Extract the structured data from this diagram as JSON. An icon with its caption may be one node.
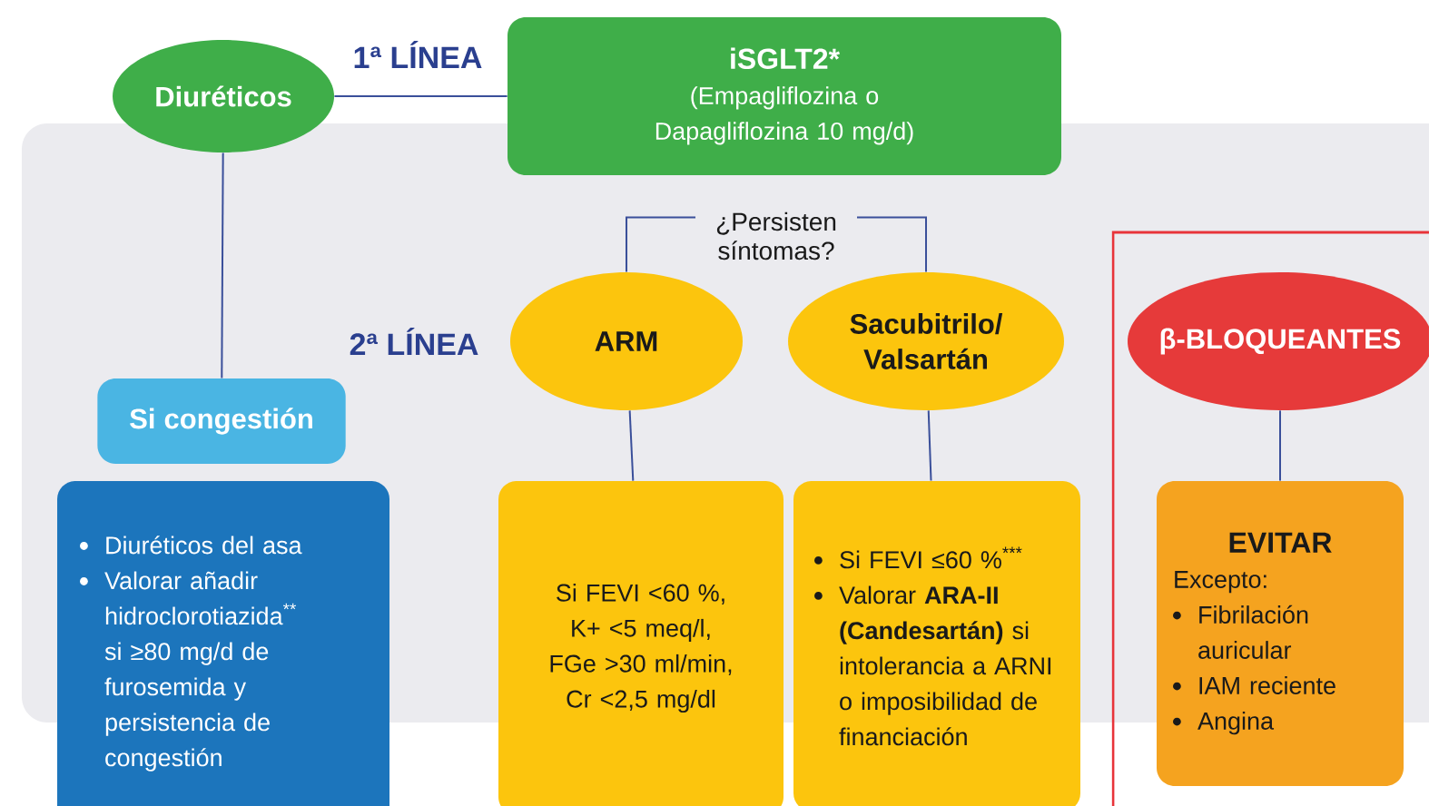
{
  "diagram": {
    "nodes": [
      {
        "text": [
          "Diuréticos"
        ]
      },
      {
        "text": [
          "iSGLT2*",
          "(Empagliflozina o Dapagliflozina 10 mg/d)"
        ]
      },
      {
        "text": [
          "ARM"
        ]
      },
      {
        "text": [
          "Sacubitrilo/ Valsartán"
        ]
      },
      {
        "text": [
          "β-BLOQUEANTES"
        ]
      },
      {
        "text": [
          "Si congestión"
        ]
      },
      {
        "text": [
          "Diuréticos del asa",
          "Valorar añadir hidroclorotiazida$^{**}$ si ≥80 mg/d de furosemida y persistencia de congestión"
        ]
      },
      {
        "text": [
          "Si FEVI <60 %, K+ <5 meq/l, FGe >30 ml/min, Cr <2,5 mg/dl"
        ]
      },
      {
        "text": [
          "Si FEVI ≤60 %$^{***}$",
          "Valorar **ARA-II (Candesartán)** si intolerancia a ARNI o imposibilidad de financiación"
        ]
      },
      {
        "text": [
          "EVITAR",
          "Excepto:",
          "Fibrilación auricular",
          "IAM reciente",
          "Angina"
        ]
      }
    ],
    "edges": [
      {
        "from": 0,
        "to": 1,
        "arrow": "none"
      },
      {
        "from": 0,
        "to": 5,
        "arrow": "none"
      },
      {
        "from": 2,
        "to": 3,
        "arrow": "none",
        "label": "¿Persisten síntomas?"
      },
      {
        "from": 2,
        "to": 7,
        "arrow": "none"
      },
      {
        "from": 3,
        "to": 8,
        "arrow": "none"
      },
      {
        "from": 4,
        "to": 9,
        "arrow": "none"
      }
    ],
    "labels": [
      "1ª LÍNEA",
      "2ª LÍNEA"
    ]
  }
}
